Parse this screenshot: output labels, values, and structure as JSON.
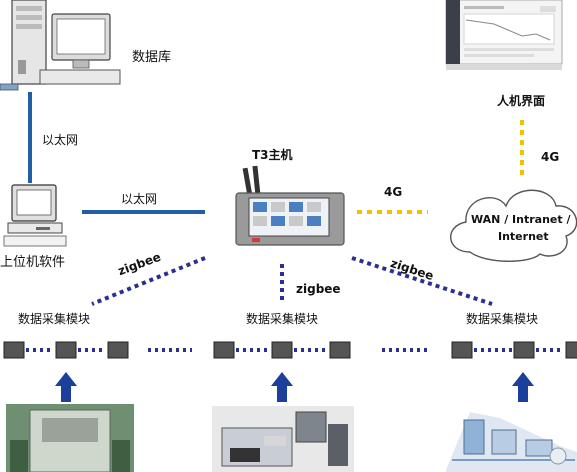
{
  "labels": {
    "database": "数据库",
    "ethernet_vertical": "以太网",
    "ethernet_horizontal": "以太网",
    "host_software": "上位机软件",
    "t3_host": "T3主机",
    "hmi": "人机界面",
    "link_4g_horizontal": "4G",
    "link_4g_vertical": "4G",
    "cloud_line1": "WAN / Intranet /",
    "cloud_line2": "Internet",
    "zigbee_left": "zigbee",
    "zigbee_center": "zigbee",
    "zigbee_right": "zigbee",
    "module_left": "数据采集模块",
    "module_center": "数据采集模块",
    "module_right": "数据采集模块"
  },
  "colors": {
    "ethernet_line": "#1f5fa8",
    "link_4g": "#f2c200",
    "zigbee_dots": "#2b2f8f",
    "arrow": "#1b3f9a",
    "cloud_stroke": "#555555"
  }
}
